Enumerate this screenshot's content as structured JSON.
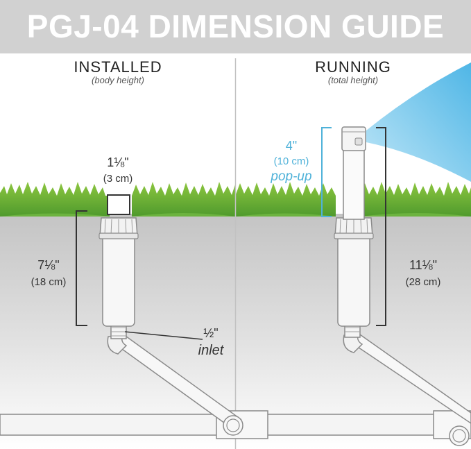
{
  "header": {
    "title": "PGJ-04 DIMENSION GUIDE"
  },
  "installed": {
    "title": "INSTALLED",
    "subtitle": "(body height)",
    "cap_dim": "1⅛\"",
    "cap_dim_metric": "(3 cm)",
    "body_dim": "7⅛\"",
    "body_dim_metric": "(18 cm)",
    "inlet_dim": "½\"",
    "inlet_label": "inlet"
  },
  "running": {
    "title": "RUNNING",
    "subtitle": "(total height)",
    "popup_dim": "4\"",
    "popup_dim_metric": "(10 cm)",
    "popup_label": "pop-up",
    "total_dim": "11⅛\"",
    "total_dim_metric": "(28 cm)"
  },
  "colors": {
    "header_bg": "#d1d1d1",
    "grass": "#6cb33f",
    "soil": "#c9c9c9",
    "spray": "#6cc4ec",
    "popup_bracket": "#4fb2d9",
    "bracket": "#333333"
  }
}
